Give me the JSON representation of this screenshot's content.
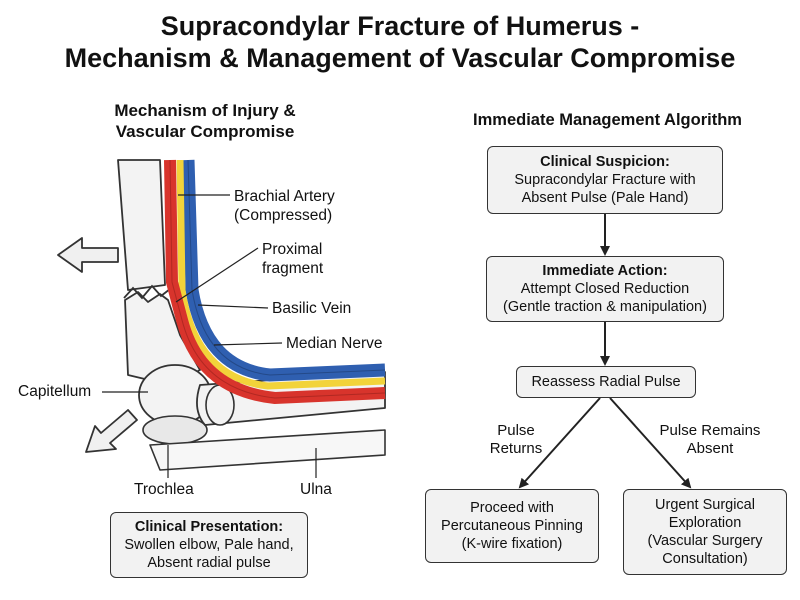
{
  "title": {
    "line1": "Supracondylar Fracture of Humerus -",
    "line2": "Mechanism & Management of Vascular Compromise"
  },
  "left_panel": {
    "heading_line1": "Mechanism of Injury &",
    "heading_line2": "Vascular Compromise",
    "labels": {
      "brachial_artery_line1": "Brachial Artery",
      "brachial_artery_line2": "(Compressed)",
      "proximal_fragment_line1": "Proximal",
      "proximal_fragment_line2": "fragment",
      "basilic_vein": "Basilic Vein",
      "median_nerve": "Median Nerve",
      "capitellum": "Capitellum",
      "trochlea": "Trochlea",
      "ulna": "Ulna"
    },
    "clinical_presentation": {
      "title": "Clinical Presentation:",
      "line1": "Swollen elbow, Pale hand,",
      "line2": "Absent radial pulse"
    },
    "colors": {
      "artery": "#d8342c",
      "vein": "#2f5fb0",
      "nerve": "#f2d33a",
      "bone_fill": "#f3f3f3"
    }
  },
  "algorithm": {
    "heading": "Immediate Management Algorithm",
    "step1": {
      "title": "Clinical Suspicion:",
      "line1": "Supracondylar Fracture with",
      "line2": "Absent Pulse (Pale Hand)"
    },
    "step2": {
      "title": "Immediate Action:",
      "line1": "Attempt Closed Reduction",
      "line2": "(Gentle traction & manipulation)"
    },
    "step3": {
      "label": "Reassess Radial Pulse"
    },
    "branch_left": {
      "edge_line1": "Pulse",
      "edge_line2": "Returns",
      "line1": "Proceed with",
      "line2": "Percutaneous Pinning",
      "line3": "(K-wire fixation)"
    },
    "branch_right": {
      "edge_line1": "Pulse Remains",
      "edge_line2": "Absent",
      "line1": "Urgent Surgical",
      "line2": "Exploration",
      "line3": "(Vascular Surgery",
      "line4": "Consultation)"
    }
  }
}
